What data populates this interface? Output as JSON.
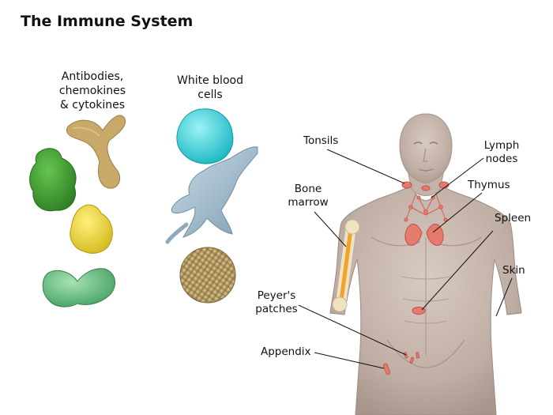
{
  "title": "The Immune System",
  "columns": {
    "molecules": [
      "Antibodies,",
      "chemokines",
      "& cytokines"
    ],
    "cells": [
      "White blood",
      "cells"
    ]
  },
  "organs": {
    "tonsils": "Tonsils",
    "lymph_nodes": [
      "Lymph",
      "nodes"
    ],
    "thymus": "Thymus",
    "bone_marrow": [
      "Bone",
      "marrow"
    ],
    "spleen": "Spleen",
    "skin": "Skin",
    "peyers_patches": [
      "Peyer's",
      "patches"
    ],
    "appendix": "Appendix"
  },
  "colors": {
    "antibody": "#c9a969",
    "chemokine": "#3d9a2e",
    "cytokine": "#f0d93a",
    "receptor": "#6fc28a",
    "wbc_round": "#3fd0d8",
    "wbc_dendritic": "#a8c2d4",
    "wbc_textured": "#c7ad72",
    "body_skin": "#c9b8ae",
    "organ": "#e57a6e",
    "bone": "#f0e6c8"
  }
}
